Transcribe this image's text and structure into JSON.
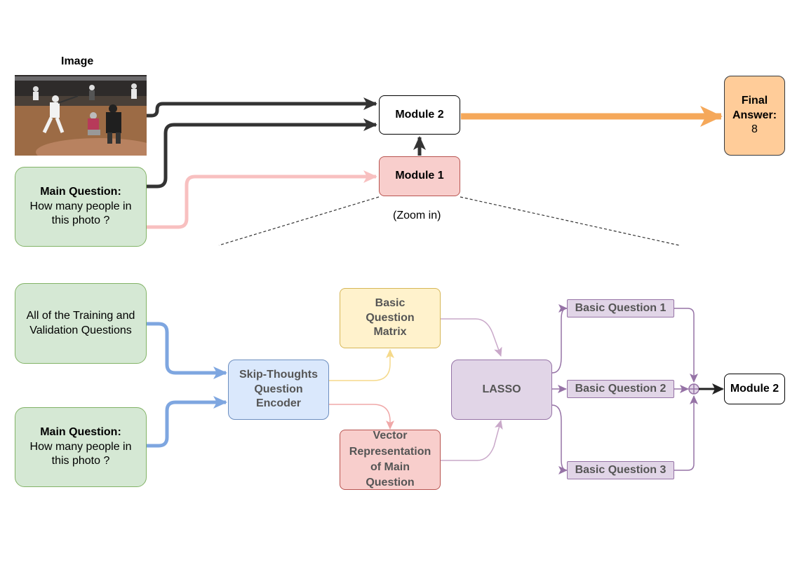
{
  "image_label": "Image",
  "top": {
    "main_question": {
      "title": "Main Question:",
      "line1": "How many people in",
      "line2": "this photo ?"
    },
    "module2": "Module 2",
    "module1": "Module 1",
    "zoom_label": "(Zoom in)",
    "final_answer": {
      "title1": "Final",
      "title2": "Answer:",
      "value": "8"
    }
  },
  "zoom": {
    "training_questions": {
      "line1": "All of the Training and",
      "line2": "Validation Questions"
    },
    "main_question": {
      "title": "Main Question:",
      "line1": "How many people in",
      "line2": "this photo ?"
    },
    "encoder": {
      "line1": "Skip-Thoughts",
      "line2": "Question",
      "line3": "Encoder"
    },
    "basic_matrix": {
      "line1": "Basic",
      "line2": "Question",
      "line3": "Matrix"
    },
    "vector_rep": {
      "line1": "Vector",
      "line2": "Representation",
      "line3": "of Main",
      "line4": "Question"
    },
    "lasso": "LASSO",
    "bq1": "Basic Question 1",
    "bq2": "Basic Question 2",
    "bq3": "Basic Question 3",
    "module2": "Module 2"
  },
  "colors": {
    "black_arrow": "#333333",
    "pink_arrow": "#f8c0c0",
    "orange_arrow": "#f5a85a",
    "blue_arrow": "#7ea6e0",
    "purple_arrow": "#9673a6"
  }
}
